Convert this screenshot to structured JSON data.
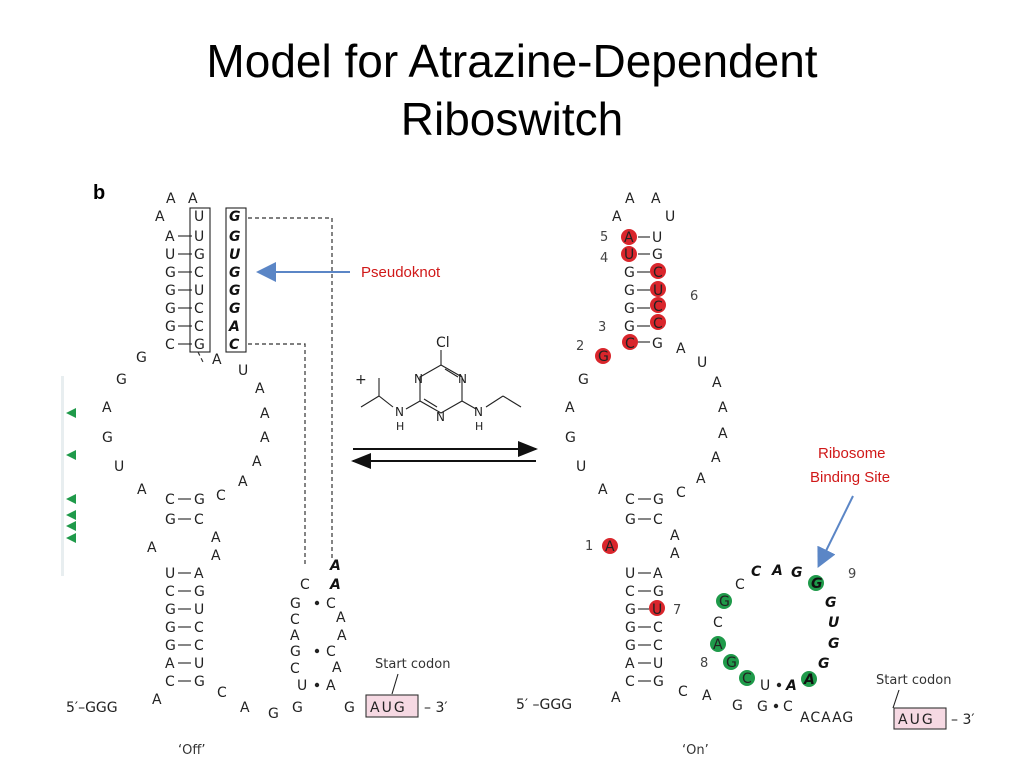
{
  "slide": {
    "title_line1": "Model for Atrazine-Dependent",
    "title_line2": "Riboswitch"
  },
  "figure": {
    "panel_label": "b",
    "pseudoknot_label": "Pseudoknot",
    "ribosome_label_line1": "Ribosome",
    "ribosome_label_line2": "Binding Site",
    "start_codon_label": "Start codon",
    "start_codon": "AUG",
    "five_prime_off": "5′–GGG",
    "five_prime_on": "5′ –GGG",
    "three_prime": "– 3′",
    "off_label": "‘Off’",
    "on_label": "‘On’",
    "on_tail": "ACAAG",
    "plus_sign": "+",
    "atrazine": {
      "cl": "Cl",
      "n": "N",
      "nh": "N",
      "h": "H"
    },
    "numbers": [
      "1",
      "2",
      "3",
      "4",
      "5",
      "6",
      "7",
      "8",
      "9"
    ],
    "colors": {
      "highlight_red": "#d9262c",
      "highlight_green": "#1f9a4a",
      "arrow_blue": "#5b86c6",
      "annotation_red": "#d01818",
      "start_box": "#f6d9e3"
    }
  }
}
